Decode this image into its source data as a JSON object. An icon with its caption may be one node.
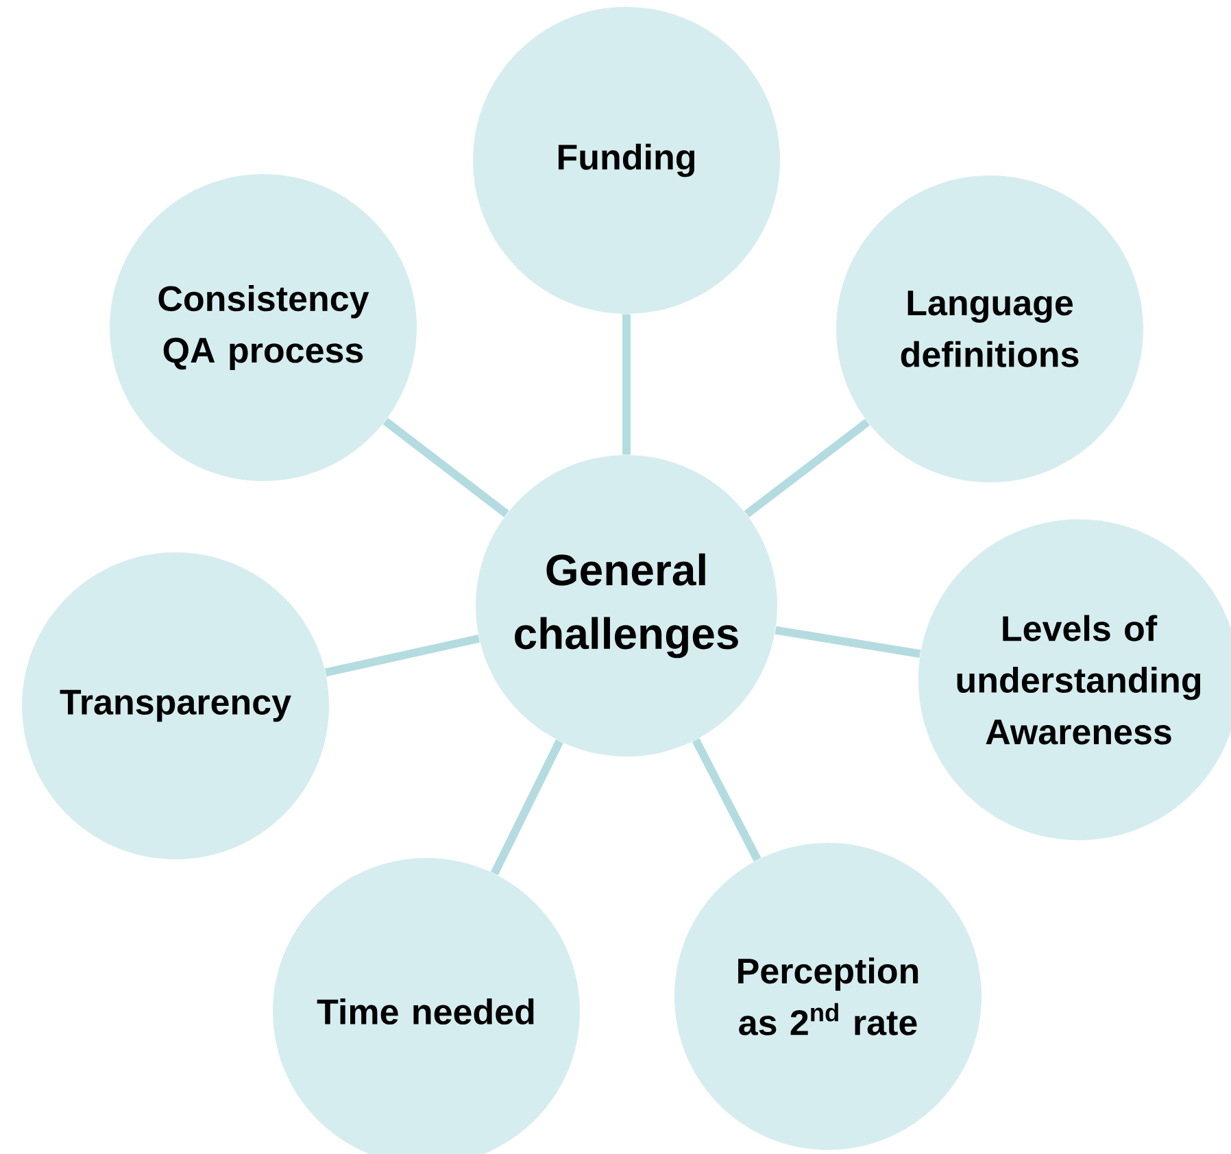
{
  "diagram": {
    "nodes": [
      {
        "text": [
          "General challenges"
        ]
      },
      {
        "text": [
          "Funding"
        ]
      },
      {
        "text": [
          "Language definitions"
        ]
      },
      {
        "text": [
          "Levels of understanding Awareness"
        ]
      },
      {
        "text": [
          "Perception as 2$^{nd}$ rate"
        ]
      },
      {
        "text": [
          "Time needed"
        ]
      },
      {
        "text": [
          "Transparency"
        ]
      },
      {
        "text": [
          "Consistency QA process"
        ]
      }
    ],
    "edges": [
      {
        "from": 0,
        "to": 1,
        "arrow": "none"
      },
      {
        "from": 0,
        "to": 2,
        "arrow": "none"
      },
      {
        "from": 0,
        "to": 3,
        "arrow": "none"
      },
      {
        "from": 0,
        "to": 4,
        "arrow": "none"
      },
      {
        "from": 0,
        "to": 5,
        "arrow": "none"
      },
      {
        "from": 0,
        "to": 6,
        "arrow": "none"
      },
      {
        "from": 0,
        "to": 7,
        "arrow": "none"
      }
    ]
  }
}
